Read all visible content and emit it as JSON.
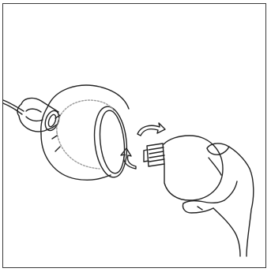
{
  "figure": {
    "ink_color": "#222222",
    "light_ink_color": "#9a9a9a",
    "background_color": "#ffffff",
    "frame_color": "#3a3a3a",
    "parts": [
      "lamp-shade",
      "bulb-socket",
      "power-cord",
      "light-bulb",
      "screw-thread",
      "rotate-arrow-upper",
      "rotate-arrow-lower",
      "hand"
    ]
  }
}
